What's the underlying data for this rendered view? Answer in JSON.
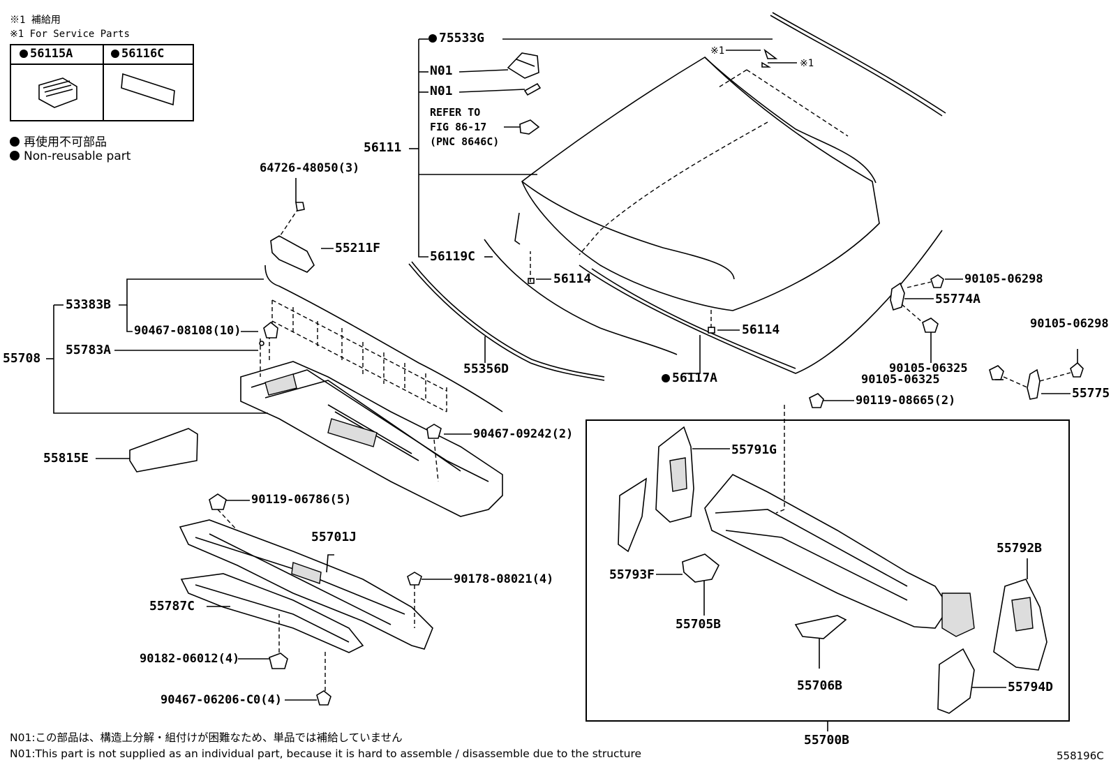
{
  "diagram_id": "558196C",
  "service_note": {
    "ja": "※1 補給用",
    "en": "※1 For Service Parts",
    "marker": "※1"
  },
  "service_box": {
    "left_part": "56115A",
    "right_part": "56116C"
  },
  "legend": {
    "ja": "再使用不可部品",
    "en": "Non-reusable part"
  },
  "footnotes": {
    "ja": "N01:この部品は、構造上分解・組付けが困難なため、単品では補給していません",
    "en": "N01:This part is not supplied as an individual part, because it is hard to assemble / disassemble due to the structure"
  },
  "refer": {
    "line1": "REFER TO",
    "line2": "FIG 86-17",
    "line3": "(PNC 8646C)"
  },
  "labels": {
    "p75533G": "75533G",
    "n01a": "N01",
    "n01b": "N01",
    "p56111": "56111",
    "p56119C": "56119C",
    "p56114a": "56114",
    "p56114b": "56114",
    "p56117A": "56117A",
    "p55356D": "55356D",
    "p64726": "64726-48050(3)",
    "p55211F": "55211F",
    "p53383B": "53383B",
    "p90467_08108": "90467-08108(10)",
    "p55708": "55708",
    "p55783A": "55783A",
    "p90467_09242": "90467-09242(2)",
    "p55815E": "55815E",
    "p90119_06786": "90119-06786(5)",
    "p55701J": "55701J",
    "p90178": "90178-08021(4)",
    "p55787C": "55787C",
    "p90182": "90182-06012(4)",
    "p90467_06206": "90467-06206-C0(4)",
    "p90105_06298a": "90105-06298",
    "p55774A": "55774A",
    "p90105_06298b": "90105-06298",
    "p90105_06325a": "90105-06325",
    "p90105_06325b": "90105-06325",
    "p55775": "55775",
    "p90119_08665": "90119-08665(2)",
    "p55791G": "55791G",
    "p55793F": "55793F",
    "p55705B": "55705B",
    "p55792B": "55792B",
    "p55706B": "55706B",
    "p55794D": "55794D",
    "p55700B": "55700B"
  }
}
